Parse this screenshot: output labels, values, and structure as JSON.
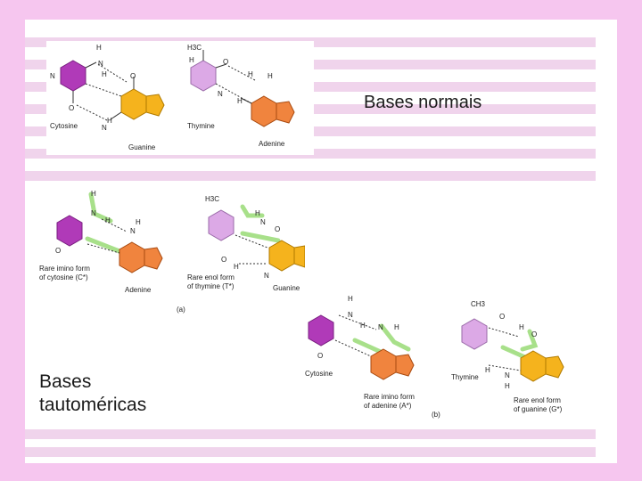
{
  "slide": {
    "label_normal": "Bases normais",
    "label_tautomeric_line1": "Bases",
    "label_tautomeric_line2": "tautoméricas"
  },
  "figure_top": {
    "cytosine": "Cytosine",
    "guanine": "Guanine",
    "thymine": "Thymine",
    "adenine": "Adenine",
    "methyl": "H3C"
  },
  "figure_a": {
    "panel_label": "(a)",
    "imino_c_line1": "Rare imino form",
    "imino_c_line2": "of cytosine (C*)",
    "adenine": "Adenine",
    "enol_t_line1": "Rare enol form",
    "enol_t_line2": "of thymine (T*)",
    "guanine": "Guanine",
    "methyl": "H3C"
  },
  "figure_b": {
    "panel_label": "(b)",
    "cytosine": "Cytosine",
    "imino_a_line1": "Rare imino form",
    "imino_a_line2": "of adenine (A*)",
    "thymine": "Thymine",
    "enol_g_line1": "Rare enol form",
    "enol_g_line2": "of guanine (G*)",
    "methyl": "CH3"
  },
  "colors": {
    "cytosine": "#b03ab8",
    "thymine": "#dca9e6",
    "guanine": "#f5b31d",
    "adenine": "#f0843e",
    "bond_highlight": "#a8e08a"
  }
}
